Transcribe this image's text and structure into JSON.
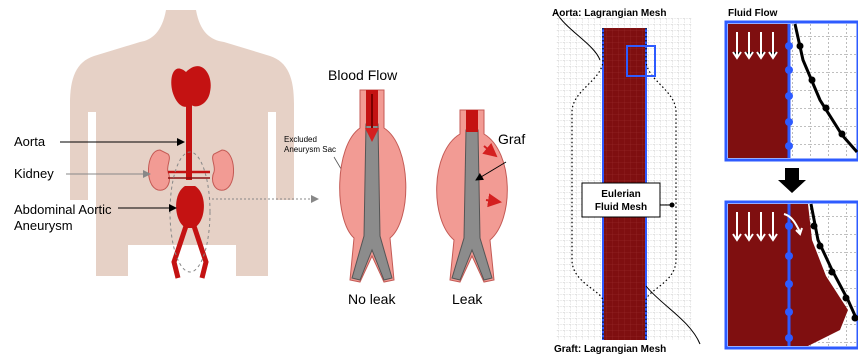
{
  "anatomy": {
    "aorta_label": "Aorta",
    "kidney_label": "Kidney",
    "aaa_label_line1": "Abdominal Aortic",
    "aaa_label_line2": "Aneurysm"
  },
  "repair": {
    "blood_flow_label": "Blood Flow",
    "sac_label_line1": "Excluded",
    "sac_label_line2": "Aneurysm Sac",
    "graft_label": "Graf",
    "no_leak_label": "No leak",
    "leak_label": "Leak"
  },
  "mesh": {
    "aorta_mesh_label": "Aorta: Lagrangian Mesh",
    "eulerian_line1": "Eulerian",
    "eulerian_line2": "Fluid Mesh",
    "graft_mesh_label": "Graft: Lagrangian Mesh"
  },
  "detail": {
    "fluid_flow_label": "Fluid Flow"
  },
  "colors": {
    "blood": "#7f0f10",
    "body_skin": "#e6d1c6",
    "aneurysm_pink": "#f29b94",
    "graft_gray": "#8c8c8c",
    "mesh_blue": "#2e5bff",
    "dark_red": "#c41212"
  }
}
